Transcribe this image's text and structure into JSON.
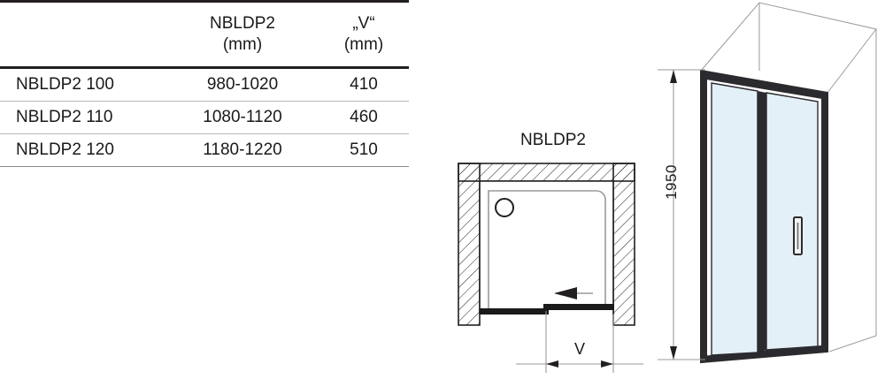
{
  "table": {
    "headers": {
      "model_column": "",
      "width_column": {
        "line1": "NBLDP2",
        "line2": "(mm)"
      },
      "v_column": {
        "line1": "„V“",
        "line2": "(mm)"
      }
    },
    "rows": [
      {
        "model": "NBLDP2 100",
        "width_mm": "980-1020",
        "v_mm": "410"
      },
      {
        "model": "NBLDP2 110",
        "width_mm": "1080-1120",
        "v_mm": "460"
      },
      {
        "model": "NBLDP2 120",
        "width_mm": "1180-1220",
        "v_mm": "510"
      }
    ]
  },
  "plan_view": {
    "title": "NBLDP2",
    "dimension_label": "V",
    "icons": {
      "slide_arrow": "arrow-left-icon",
      "drain": "drain-circle-icon",
      "wall": "hatched-wall-icon"
    }
  },
  "iso_view": {
    "height_dimension": "1950",
    "icons": {
      "handle": "door-handle-icon",
      "glass_panel": "glass-panel-icon",
      "enclosure": "enclosure-outline-icon"
    }
  },
  "colors": {
    "ink": "#231f20",
    "frame_dark": "#2b2b2f",
    "glass": "#e4f0f8",
    "hairline": "#9a9a9a",
    "rule_light": "#b9b9b9"
  }
}
